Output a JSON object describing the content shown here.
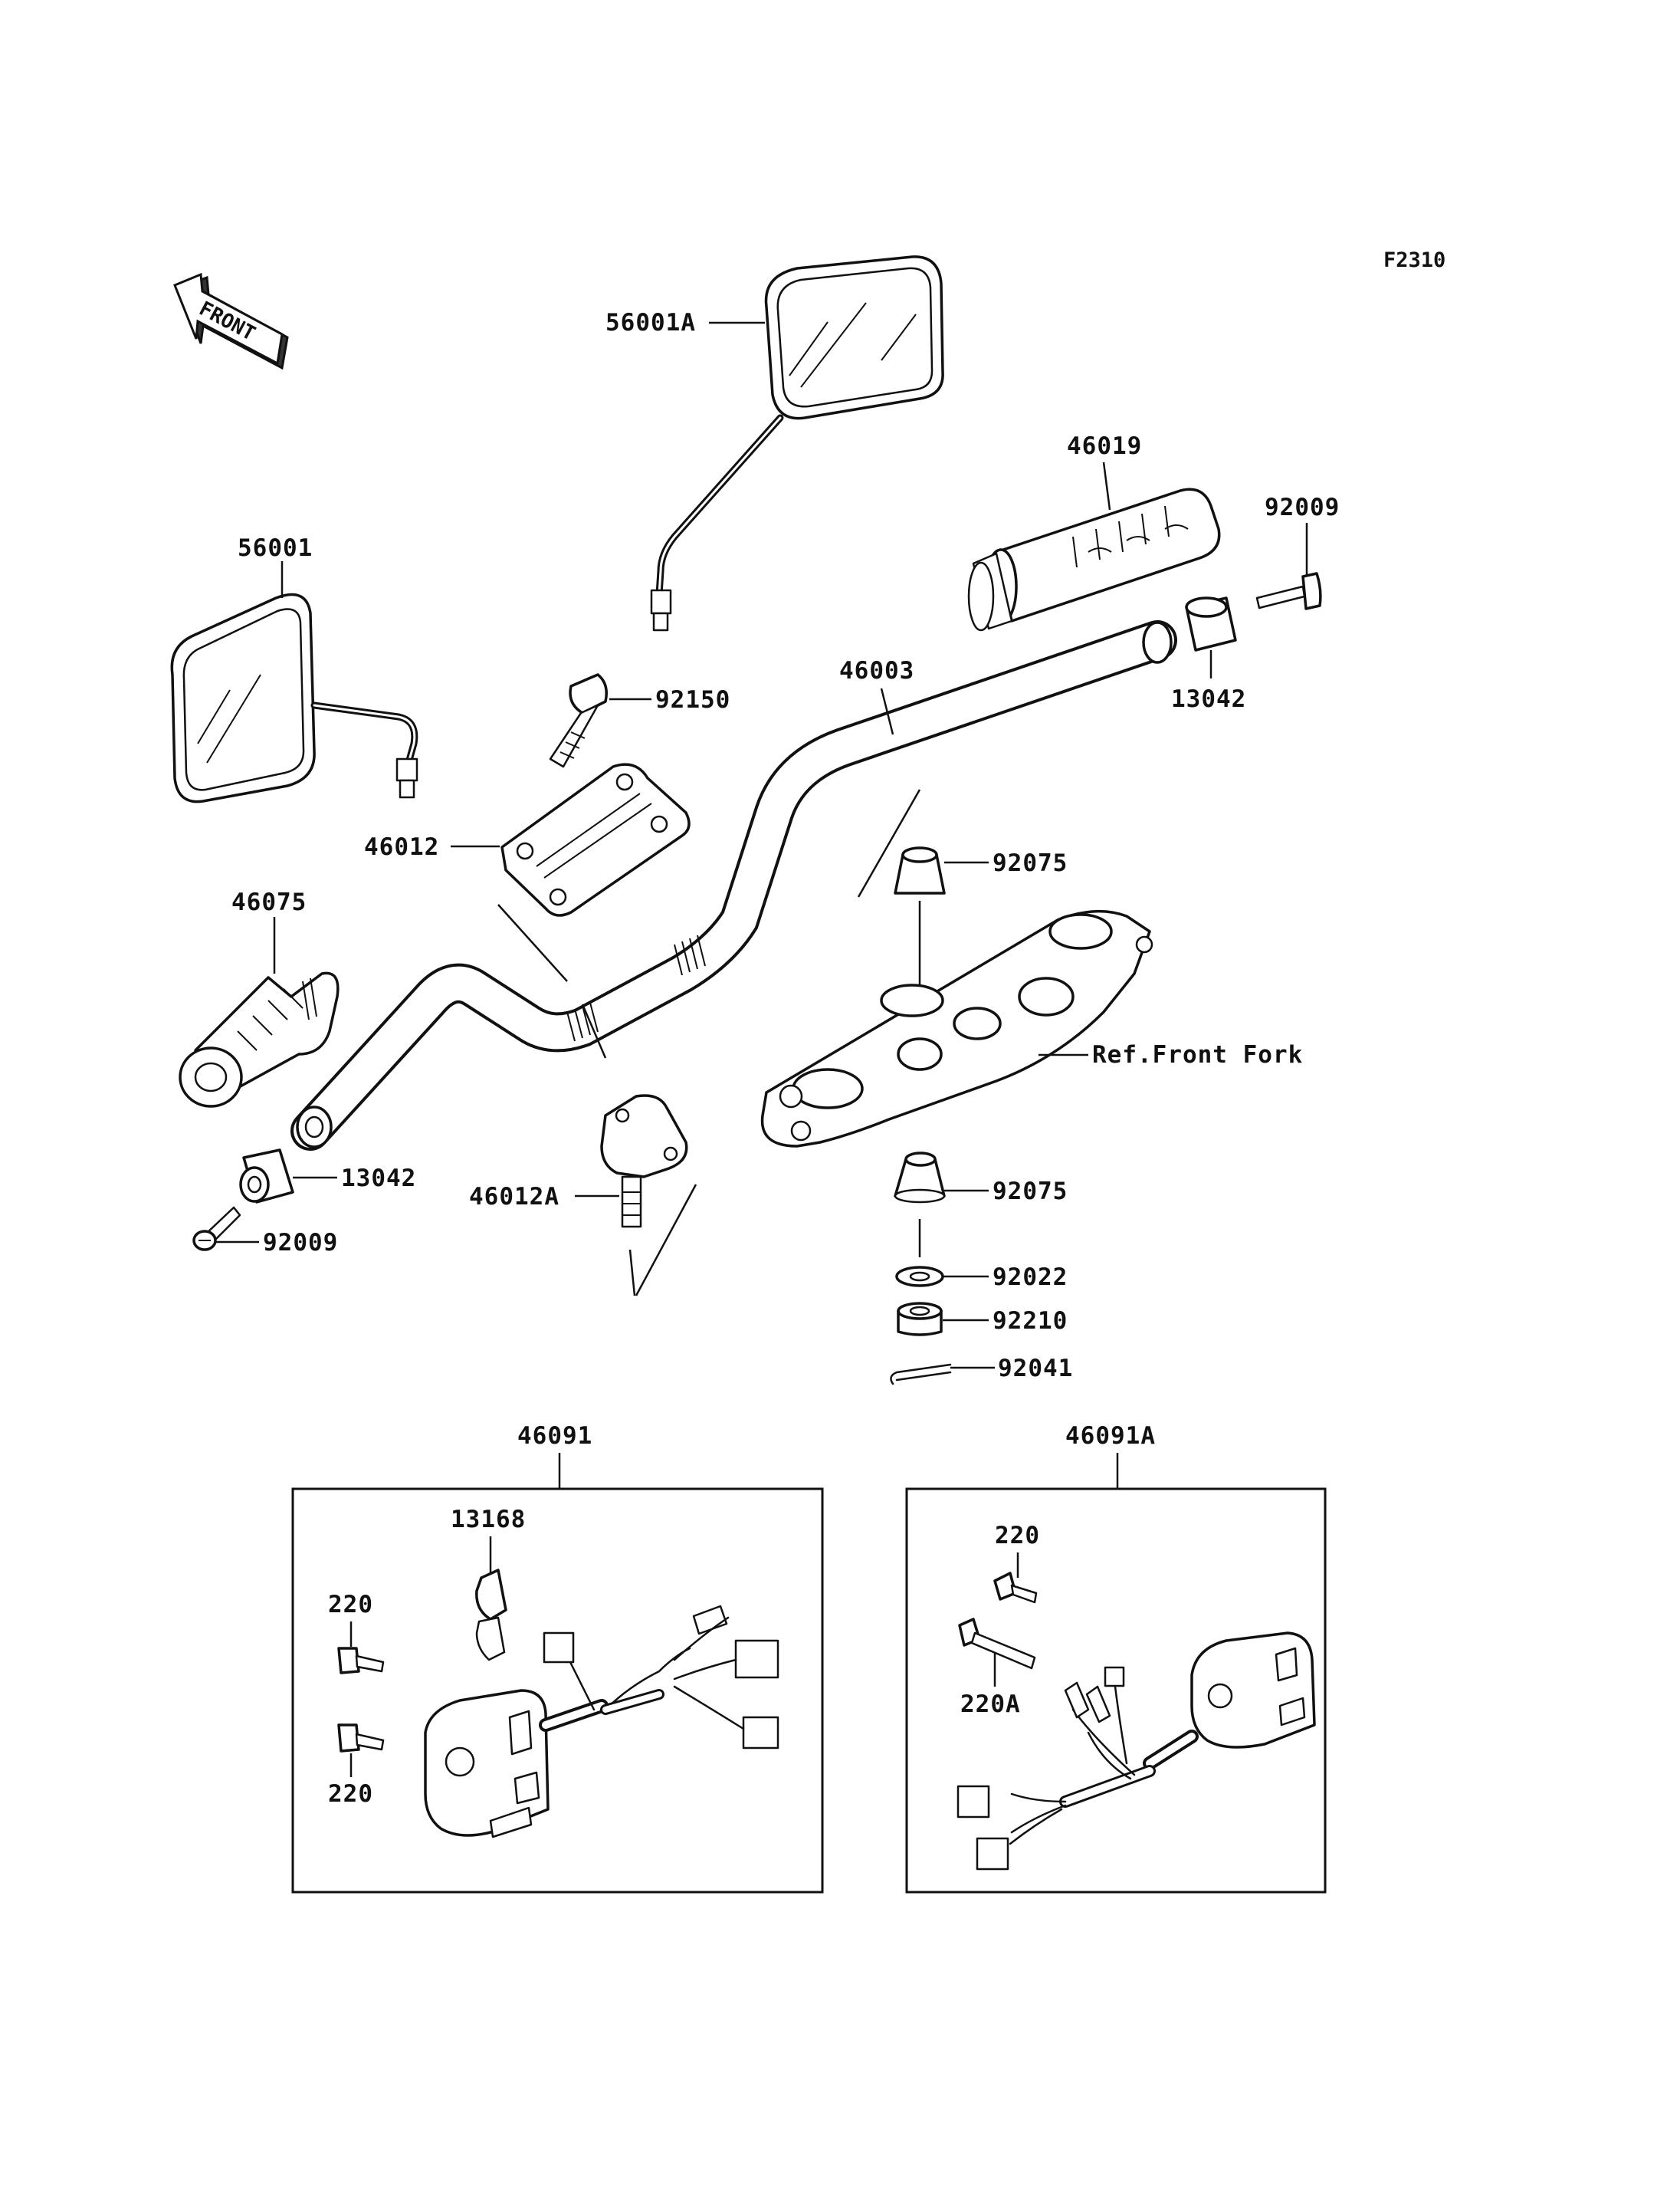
{
  "figure_id": "F2310",
  "front_badge": "FRONT",
  "labels": {
    "mirror_right": "56001A",
    "mirror_left": "56001",
    "grip_right": "46019",
    "grip_left": "46075",
    "screw_right": "92009",
    "screw_left": "92009",
    "weight_right": "13042",
    "weight_left": "13042",
    "handlebar": "46003",
    "bolt": "92150",
    "holder_upper": "46012",
    "holder_lower": "46012A",
    "damper_upper": "92075",
    "damper_lower": "92075",
    "washer": "92022",
    "nut": "92210",
    "cotter_pin": "92041",
    "ref_front_fork": "Ref.Front Fork",
    "switch_left": "46091",
    "switch_right": "46091A",
    "lever": "13168",
    "screw_a1": "220",
    "screw_a2": "220",
    "screw_b1": "220",
    "screw_b2": "220A"
  }
}
